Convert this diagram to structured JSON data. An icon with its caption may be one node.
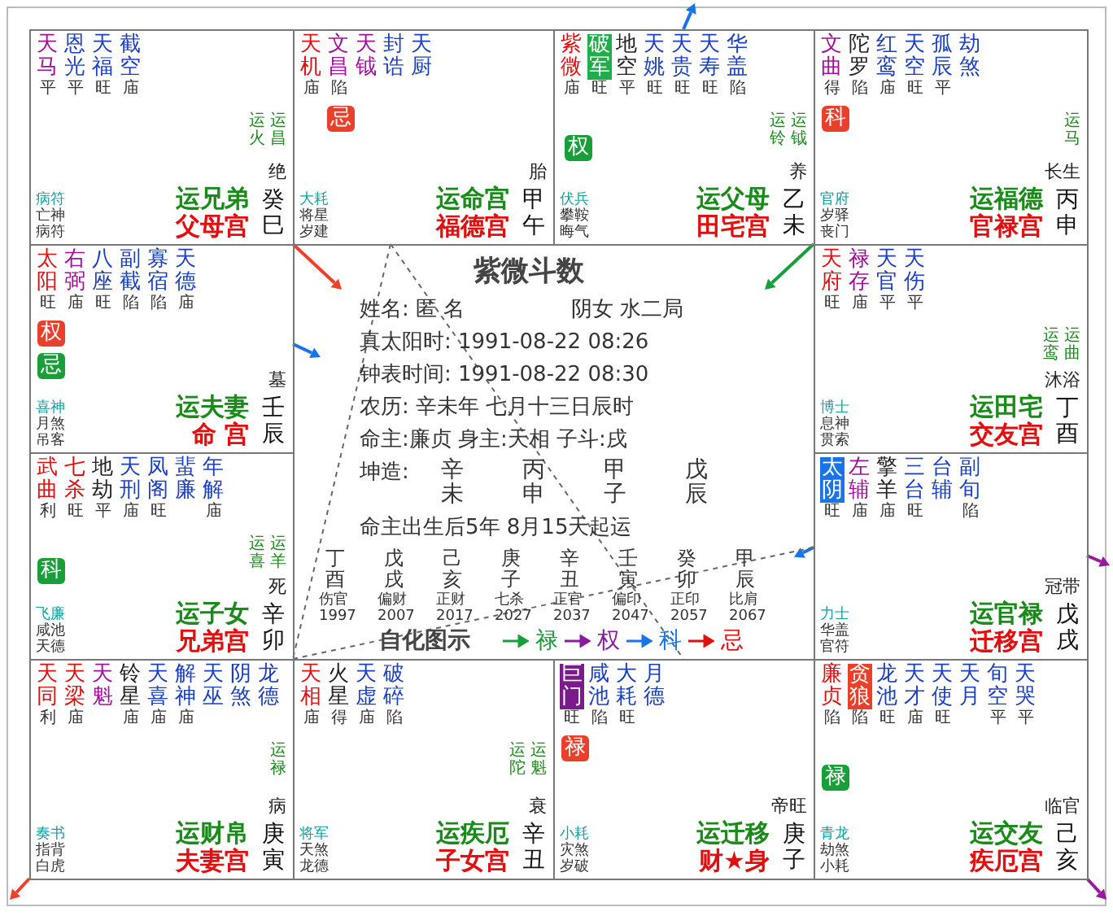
{
  "diagram": {
    "nodes": [
      {
        "text": [
          "天马",
          "平",
          "恩光",
          "平",
          "天福",
          "旺",
          "截空",
          "庙",
          "运火",
          "运昌",
          "绝",
          "病符",
          "亡神",
          "病符",
          "运兄弟",
          "父母宫",
          "癸巳"
        ]
      },
      {
        "text": [
          "天机",
          "庙",
          "文昌",
          "陷",
          "天钺",
          "封诰",
          "天厨",
          "胎",
          "大耗",
          "将星",
          "岁建",
          "运命宫",
          "福德宫",
          "甲午"
        ]
      },
      {
        "text": [
          "忌"
        ],
        "in": 1
      },
      {
        "text": [
          "紫微",
          "庙",
          "旺",
          "地空",
          "平",
          "天姚",
          "旺",
          "天贵",
          "旺",
          "天寿",
          "旺",
          "华盖",
          "陷",
          "运铃",
          "运钺",
          "养",
          "伏兵",
          "攀鞍",
          "晦气",
          "运父母",
          "田宅宫",
          "乙未"
        ]
      },
      {
        "text": [
          "破军"
        ],
        "in": 3
      },
      {
        "text": [
          "权"
        ],
        "in": 3
      },
      {
        "text": [
          "文曲",
          "得",
          "陀罗",
          "陷",
          "红鸾",
          "庙",
          "天空",
          "旺",
          "孤辰",
          "平",
          "劫煞",
          "运马",
          "长生",
          "官府",
          "岁驿",
          "丧门",
          "运福德",
          "官禄宫",
          "丙申"
        ]
      },
      {
        "text": [
          "科"
        ],
        "in": 6
      },
      {
        "text": [
          "太阳",
          "旺",
          "右弼",
          "庙",
          "八座",
          "旺",
          "副截",
          "陷",
          "寡宿",
          "陷",
          "天德",
          "庙",
          "墓",
          "喜神",
          "月煞",
          "吊客",
          "运夫妻",
          "命 宫",
          "壬辰"
        ]
      },
      {
        "text": [
          "权"
        ],
        "in": 8
      },
      {
        "text": [
          "忌"
        ],
        "in": 8
      },
      {
        "text": [
          "天府",
          "旺",
          "禄存",
          "庙",
          "天官",
          "平",
          "天伤",
          "平",
          "运鸾",
          "运曲",
          "沐浴",
          "博士",
          "息神",
          "贯索",
          "运田宅",
          "交友宫",
          "丁酉"
        ]
      },
      {
        "text": [
          "武曲",
          "利",
          "七杀",
          "旺",
          "地劫",
          "平",
          "天刑",
          "庙",
          "凤阁",
          "旺",
          "蜚廉",
          "年解",
          "庙",
          "运喜",
          "运羊",
          "死",
          "飞廉",
          "咸池",
          "天德",
          "运子女",
          "兄弟宫",
          "辛卯"
        ]
      },
      {
        "text": [
          "科"
        ],
        "in": 12
      },
      {
        "text": [
          "旺",
          "左辅",
          "庙",
          "擎羊",
          "庙",
          "三台",
          "旺",
          "台辅",
          "副旬",
          "陷",
          "冠带",
          "力士",
          "华盖",
          "官符",
          "运官禄",
          "迁移宫",
          "戊戌"
        ]
      },
      {
        "text": [
          "太阴"
        ],
        "in": 14
      },
      {
        "text": [
          "天同",
          "利",
          "天梁",
          "庙",
          "天魁",
          "铃星",
          "庙",
          "天喜",
          "庙",
          "解神",
          "庙",
          "天巫",
          "阴煞",
          "龙德",
          "运禄",
          "病",
          "奏书",
          "指背",
          "白虎",
          "运财帛",
          "夫妻宫",
          "庚寅"
        ]
      },
      {
        "text": [
          "天相",
          "庙",
          "火星",
          "得",
          "天虚",
          "庙",
          "破碎",
          "陷",
          "运陀",
          "运魁",
          "衰",
          "将军",
          "天煞",
          "龙德",
          "运疾厄",
          "子女宫",
          "辛丑"
        ]
      },
      {
        "text": [
          "旺",
          "咸池",
          "陷",
          "大耗",
          "旺",
          "月德",
          "帝旺",
          "小耗",
          "灾煞",
          "岁破",
          "运迁移",
          "财★身",
          "庚子"
        ]
      },
      {
        "text": [
          "巨门"
        ],
        "in": 18
      },
      {
        "text": [
          "禄"
        ],
        "in": 18
      },
      {
        "text": [
          "廉贞",
          "陷",
          "陷",
          "龙池",
          "旺",
          "天才",
          "庙",
          "天使",
          "旺",
          "天月",
          "旬空",
          "平",
          "天哭",
          "平",
          "临官",
          "青龙",
          "劫煞",
          "小耗",
          "运交友",
          "疾厄宫",
          "己亥"
        ]
      },
      {
        "text": [
          "贪狼"
        ],
        "in": 21
      },
      {
        "text": [
          "禄"
        ],
        "in": 21
      }
    ],
    "edges": [
      {
        "from": 3,
        "to": null,
        "arrow": "to",
        "color": "#1874e8"
      },
      {
        "from": 0,
        "to": null,
        "arrow": "to",
        "color": "#f0402a"
      },
      {
        "from": 6,
        "to": null,
        "arrow": "to",
        "color": "#1a9e3a"
      },
      {
        "from": 8,
        "to": null,
        "arrow": "to",
        "color": "#1874e8"
      },
      {
        "from": 14,
        "to": null,
        "arrow": "to",
        "color": "#1874e8"
      },
      {
        "from": 14,
        "to": null,
        "arrow": "to",
        "color": "#9a1a9e"
      },
      {
        "from": 16,
        "to": null,
        "arrow": "to",
        "color": "#f0402a"
      },
      {
        "from": 21,
        "to": null,
        "arrow": "to",
        "color": "#9a1a9e"
      },
      {
        "from": 1,
        "to": 16,
        "arrow": "none",
        "style": "dashed",
        "color": "#666666"
      },
      {
        "from": 1,
        "to": 18,
        "arrow": "none",
        "style": "dashed",
        "color": "#666666"
      },
      {
        "from": 16,
        "to": 14,
        "arrow": "none",
        "style": "dashed",
        "color": "#666666"
      }
    ],
    "labels": [
      "紫微斗数",
      "姓名: 匿 名",
      "阴女 水二局",
      "真太阳时: 1991-08-22 08:26",
      "钟表时间: 1991-08-22 08:30",
      "农历: 辛未年 七月十三日辰时",
      "命主:廉贞 身主:天相 子斗:戌",
      "坤造:",
      "辛未",
      "丙申",
      "甲子",
      "戊辰",
      "命主出生后5年 8月15天起运",
      "丁酉",
      "伤官",
      "1997",
      "戊戌",
      "偏财",
      "2007",
      "己亥",
      "正财",
      "2017",
      "庚子",
      "七杀",
      "2027",
      "辛丑",
      "正官",
      "2037",
      "壬寅",
      "偏印",
      "2047",
      "癸卯",
      "正印",
      "2057",
      "甲辰",
      "比肩",
      "2067",
      "自化图示"
    ],
    "legend": [
      {
        "text": "禄"
      },
      {
        "text": "权"
      },
      {
        "text": "科"
      },
      {
        "text": "忌"
      }
    ]
  }
}
